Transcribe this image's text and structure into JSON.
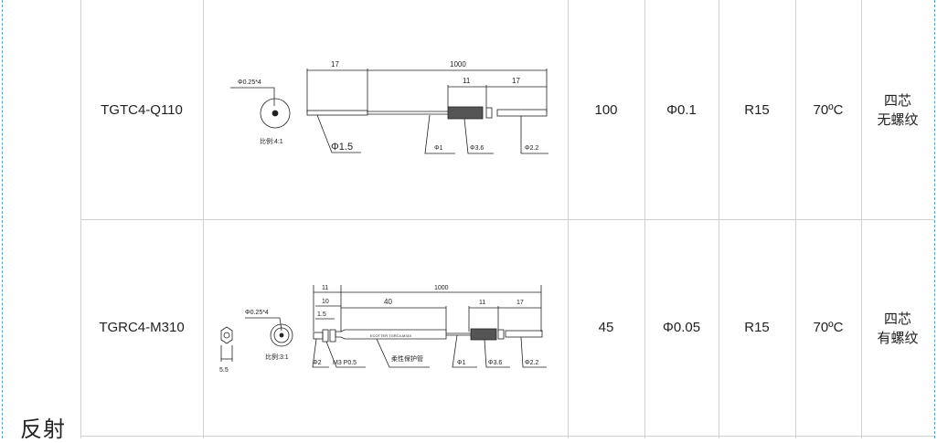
{
  "category": "反射",
  "rows": [
    {
      "model": "TGTC4-Q110",
      "distance": "100",
      "min_object": "Φ0.1",
      "bend_radius": "R15",
      "temperature": "70ºC",
      "type_line1": "四芯",
      "type_line2": "无螺纹",
      "drawing": {
        "hole": "Φ0.25*4",
        "scale": "比例:4:1",
        "dim_17a": "17",
        "dim_1000": "1000",
        "dim_11": "11",
        "dim_17b": "17",
        "d1": "Φ1.5",
        "d2": "Φ1",
        "d3": "Φ3.6",
        "d4": "Φ2.2"
      }
    },
    {
      "model": "TGRC4-M310",
      "distance": "45",
      "min_object": "Φ0.05",
      "bend_radius": "R15",
      "temperature": "70ºC",
      "type_line1": "四芯",
      "type_line2": "有螺纹",
      "drawing": {
        "hex": "5.5",
        "hole": "Φ0.25*4",
        "scale": "比例:3:1",
        "dim_11a": "11",
        "dim_10": "10",
        "dim_1_5": "1.5",
        "dim_40": "40",
        "dim_1000": "1000",
        "dim_11b": "11",
        "dim_17": "17",
        "d_phi2": "Φ2",
        "thread": "M3 P0.5",
        "tube": "柔性保护管",
        "d1": "Φ1",
        "d3": "Φ3.6",
        "d4": "Φ2.2",
        "print": "ECOTTER TGRC4-M310"
      }
    }
  ]
}
